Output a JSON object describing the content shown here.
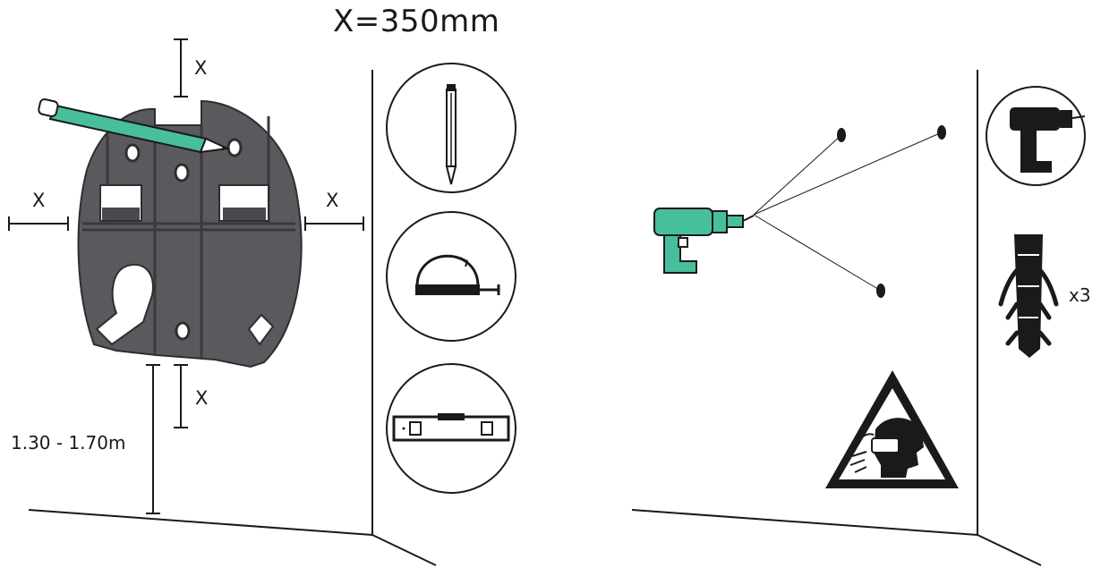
{
  "diagram": {
    "headline": "X=350mm",
    "spacing_label_top": "X",
    "spacing_label_left": "X",
    "spacing_label_right": "X",
    "spacing_label_bottom": "X",
    "mounting_height": "1.30 - 1.70m",
    "plug_quantity": "x3"
  },
  "icons": {
    "pencil": "pencil-icon",
    "tape_measure": "tape-measure-icon",
    "spirit_level": "spirit-level-icon",
    "drill": "drill-icon",
    "wall_plug": "wall-plug-icon",
    "safety_warning": "eye-protection-warning-icon"
  },
  "colors": {
    "accent": "#48bf9c",
    "bracket": "#5a5a5e",
    "line": "#1a1a1a"
  }
}
